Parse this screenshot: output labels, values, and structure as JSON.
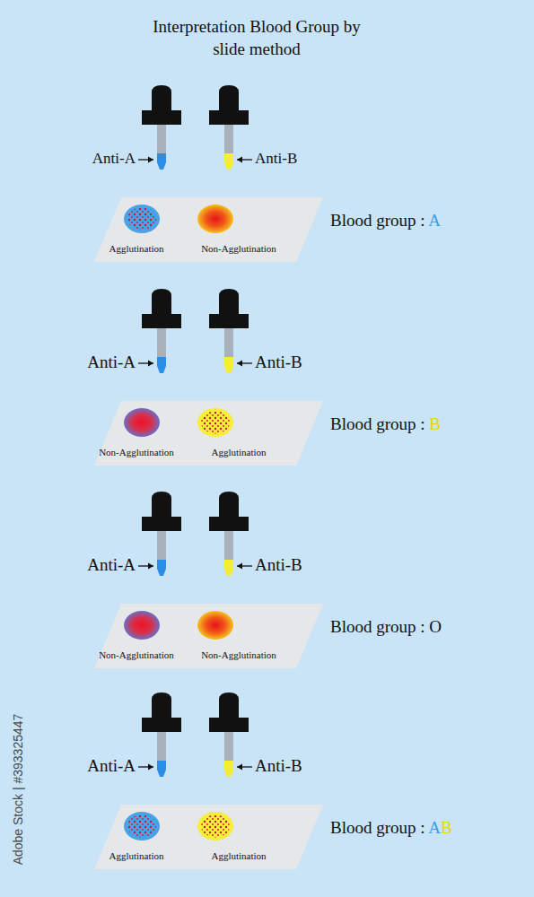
{
  "diagram": {
    "title": "Interpretation Blood Group by slide method",
    "nodes": [
      {
        "text": [
          "Agglutination",
          "Non-Agglutination"
        ]
      },
      {
        "text": [
          "Non-Agglutination",
          "Agglutination"
        ]
      },
      {
        "text": [
          "Non-Agglutination",
          "Non-Agglutination"
        ]
      },
      {
        "text": [
          "Agglutination",
          "Agglutination"
        ]
      }
    ],
    "labels": [
      "Anti-A",
      "Anti-B",
      "Blood group : A",
      "Anti-A",
      "Anti-B",
      "Blood group : B",
      "Anti-A",
      "Anti-B",
      "Blood group : O",
      "Anti-A",
      "Anti-B",
      "Blood group : AB",
      "Adobe Stock | #393325447"
    ]
  }
}
